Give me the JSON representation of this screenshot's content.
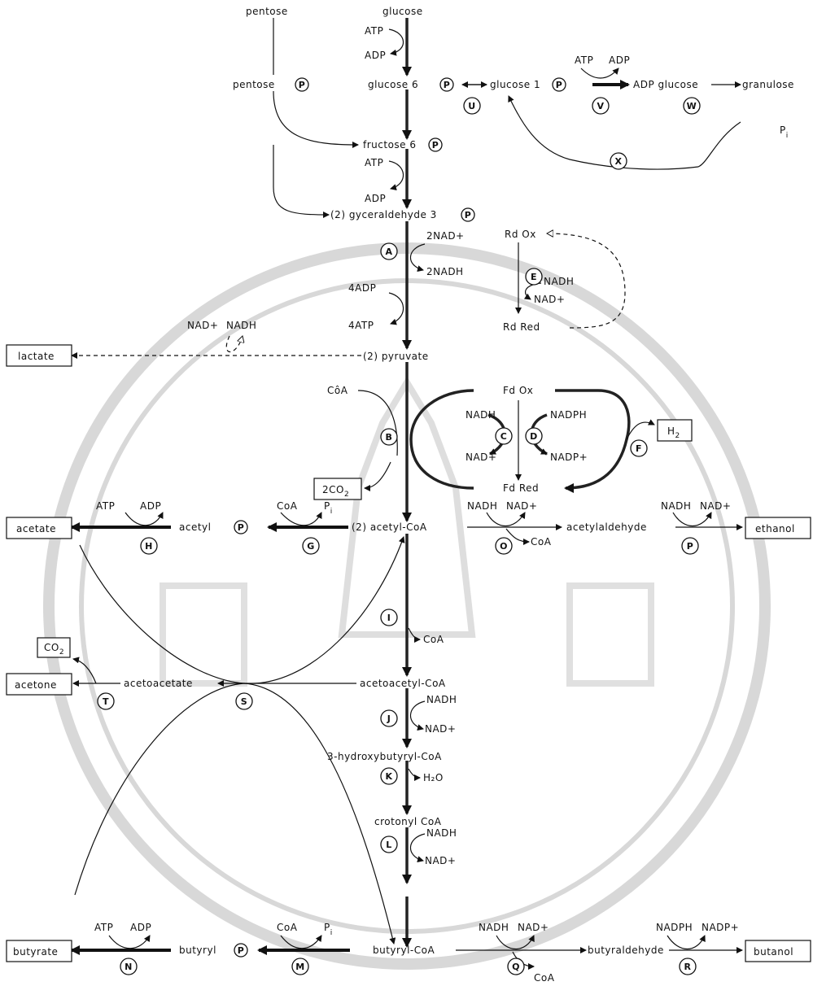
{
  "metabolites": {
    "pentose": "pentose",
    "glucose": "glucose",
    "pentose_p": "pentose",
    "glucose6p": "glucose 6",
    "glucose1p": "glucose 1",
    "adp_glucose": "ADP glucose",
    "granulose": "granulose",
    "fructose6p": "fructose 6",
    "glyceraldehyde3p": "(2)  gyceraldehyde 3",
    "pyruvate": "(2)  pyruvate",
    "acetyl_coa": "(2)  acetyl-CoA",
    "acetyl_p": "acetyl",
    "acetylaldehyde": "acetylaldehyde",
    "acetoacetyl_coa": "acetoacetyl-CoA",
    "acetoacetate": "acetoacetate",
    "hydroxybutyryl_coa": "3-hydroxybutyryl-CoA",
    "crotonyl_coa": "crotonyl CoA",
    "butyryl_coa": "butyryl-CoA",
    "butyryl_p": "butyryl",
    "butyraldehyde": "butyraldehyde",
    "rd_ox": "Rd  Ox",
    "rd_red": "Rd  Red",
    "fd_ox": "Fd  Ox",
    "fd_red": "Fd  Red"
  },
  "products": {
    "lactate": "lactate",
    "acetate": "acetate",
    "ethanol": "ethanol",
    "acetone": "acetone",
    "co2_box": "CO",
    "co2_sub": "2",
    "co2_pyr": "2CO",
    "co2_pyr_sub": "2",
    "h2": "H",
    "h2_sub": "2",
    "butyrate": "butyrate",
    "butanol": "butanol"
  },
  "cofactors": {
    "atp": "ATP",
    "adp": "ADP",
    "atp4": "4ATP",
    "adp4": "4ADP",
    "nad2": "2NAD+",
    "nadh2": "2NADH",
    "nad": "NAD+",
    "nadh": "NADH",
    "nadp": "NADP+",
    "nadph": "NADPH",
    "coa": "CoA",
    "coa_alt": "CôA",
    "pi": "P",
    "pi_sub": "i",
    "h2o": "H₂O"
  },
  "phosphate_label": "P",
  "enzymes": [
    "A",
    "B",
    "C",
    "D",
    "E",
    "F",
    "G",
    "H",
    "I",
    "J",
    "K",
    "L",
    "M",
    "N",
    "O",
    "P",
    "Q",
    "R",
    "S",
    "T",
    "U",
    "V",
    "W",
    "X"
  ]
}
